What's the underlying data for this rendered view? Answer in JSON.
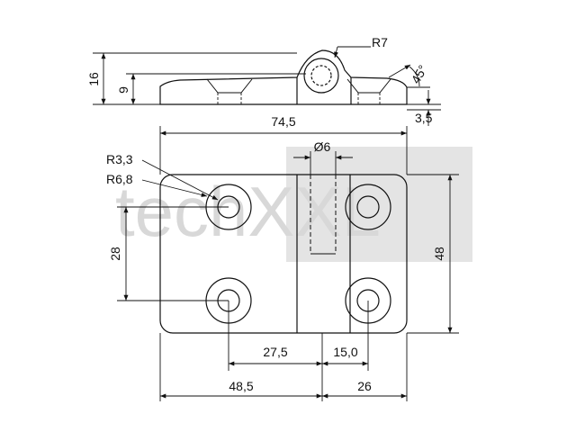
{
  "watermark": {
    "text": "techXXL"
  },
  "side_view": {
    "dims": {
      "height_total": "16",
      "height_leaf": "9",
      "radius_knuckle": "R7",
      "chamfer_angle": "45°",
      "thickness": "3,5"
    }
  },
  "front_view": {
    "dims": {
      "width_total": "74,5",
      "pin_diameter": "Ø6",
      "hole_radius": "R3,3",
      "boss_radius": "R6,8",
      "hole_spacing_vertical": "28",
      "height_total": "48",
      "hole_offset_left": "27,5",
      "hole_offset_right": "15,0",
      "width_left": "48,5",
      "width_right": "26"
    }
  },
  "colors": {
    "line": "#111111",
    "watermark": "#d8d8d8"
  }
}
